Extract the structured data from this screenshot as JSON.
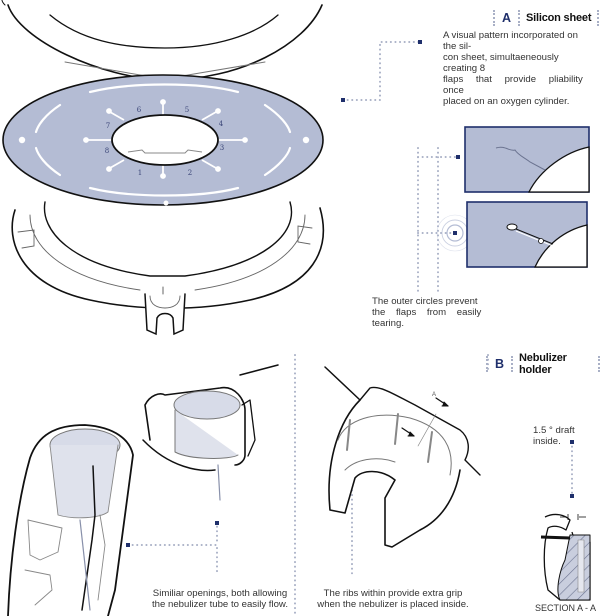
{
  "colors": {
    "accent": "#1f2f6b",
    "sheet_fill": "#b4bcd4",
    "dots": "#a9b0c6",
    "outline": "#111111"
  },
  "section_a": {
    "letter": "A",
    "title": "Silicon sheet",
    "description": "A visual pattern incorporated on the silicon sheet, simultaeneously creating 8 flaps that provide pliability once placed on an oxygen cylinder.",
    "description_lines": [
      "A visual pattern incorporated on the sil-",
      "con sheet, simultaeneously creating 8",
      "flaps that provide pliability once",
      "placed on an oxygen cylinder."
    ],
    "flap_numbers": [
      "1",
      "2",
      "3",
      "4",
      "5",
      "6",
      "7",
      "8"
    ],
    "detail_note_lines": [
      "The outer circles prevent",
      "the flaps from easily",
      "tearing."
    ]
  },
  "section_b": {
    "letter": "B",
    "title": "Nebulizer holder",
    "caption_openings_lines": [
      "Similiar openings, both allowing",
      "the nebulizer tube to easily flow."
    ],
    "caption_ribs_lines": [
      "The ribs within provide extra grip",
      "when the nebulizer is placed inside."
    ],
    "draft_note": "1.5 ° draft inside.",
    "dimension_label": "A",
    "section_label": "SECTION A - A"
  }
}
